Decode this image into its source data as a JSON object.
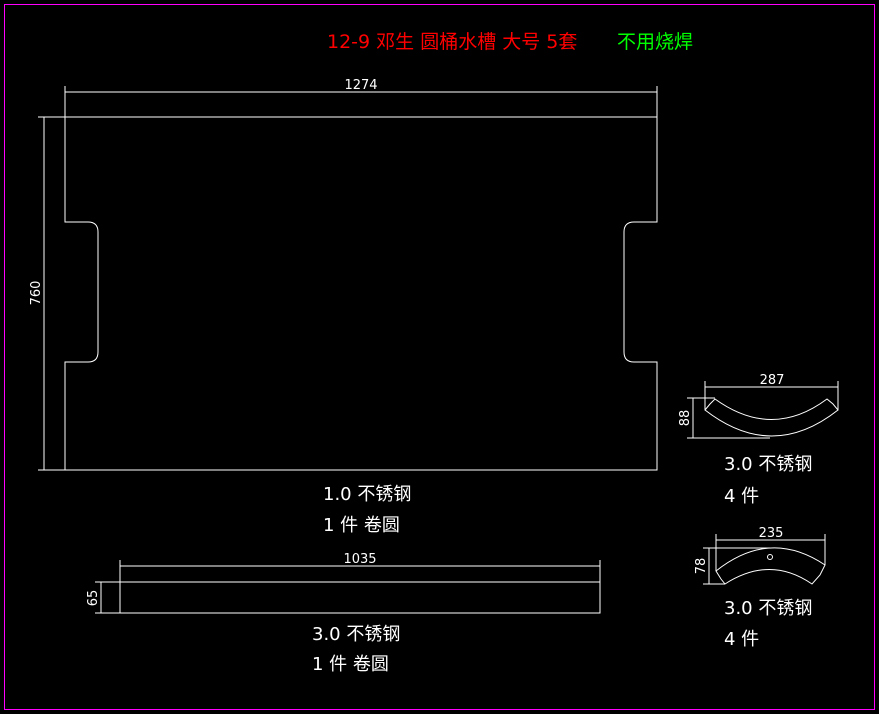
{
  "title": {
    "prefix": "12-9 邓生 圆桶水槽 大号 5套",
    "note": "不用烧焊",
    "color_prefix": "#ff0000",
    "color_note": "#00ff00"
  },
  "border_color": "#ff00ff",
  "parts": [
    {
      "width_dim": "1274",
      "height_dim": "760",
      "label_line1": "1.0 不锈钢",
      "label_line2": "1 件 卷圆"
    },
    {
      "width_dim": "1035",
      "height_dim": "65",
      "label_line1": "3.0 不锈钢",
      "label_line2": "1 件 卷圆"
    },
    {
      "width_dim": "287",
      "height_dim": "88",
      "label_line1": "3.0 不锈钢",
      "label_line2": "4 件"
    },
    {
      "width_dim": "235",
      "height_dim": "78",
      "label_line1": "3.0 不锈钢",
      "label_line2": "4 件"
    }
  ]
}
